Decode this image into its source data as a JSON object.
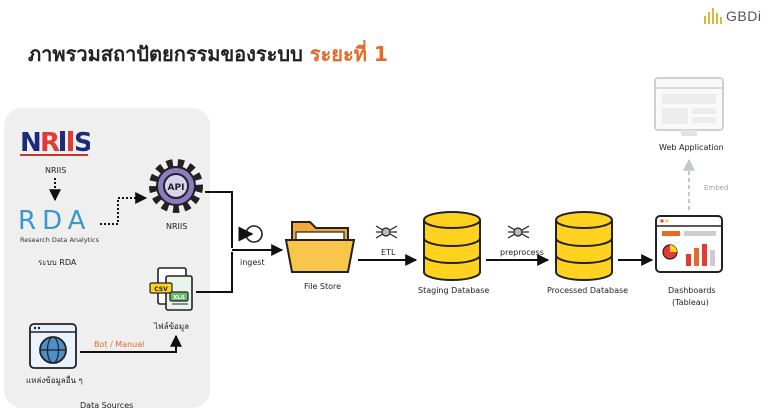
{
  "brand": {
    "logo_text": "GBDi"
  },
  "title": {
    "main": "ภาพรวมสถาปัตยกรรมของระบบ",
    "accent": "ระยะที่ 1"
  },
  "sources": {
    "nriis_logo_text": "NRIIS",
    "nriis_label": "NRIIS",
    "rda_logo_text": "RDA",
    "rda_subtitle": "Research Data Analytics",
    "rda_label": "ระบบ RDA",
    "other_sources_label": "แหล่งข้อมูลอื่น ๆ",
    "panel_label": "Data Sources"
  },
  "mid": {
    "api_text": "API",
    "api_label": "NRIIS",
    "csv_text": "CSV",
    "xls_text": "XLS",
    "files_label": "ไฟล์ข้อมูล",
    "bot_label": "Bot / Manual"
  },
  "pipeline": {
    "ingest_label": "ingest",
    "file_store_label": "File Store",
    "etl_label": "ETL",
    "staging_label": "Staging Database",
    "preprocess_label": "preprocess",
    "processed_label": "Processed Database",
    "dashboards_label_1": "Dashboards",
    "dashboards_label_2": "(Tableau)",
    "web_app_label": "Web Application",
    "embed_label": "Embed"
  },
  "colors": {
    "accent": "#e46a2a",
    "db_yellow": "#ffd21f",
    "folder_yellow": "#f9c54a",
    "api_purple": "#8e7cc3",
    "panel_grey": "#efefef",
    "arrow_black": "#111111",
    "faded": "#c4c7cc"
  }
}
